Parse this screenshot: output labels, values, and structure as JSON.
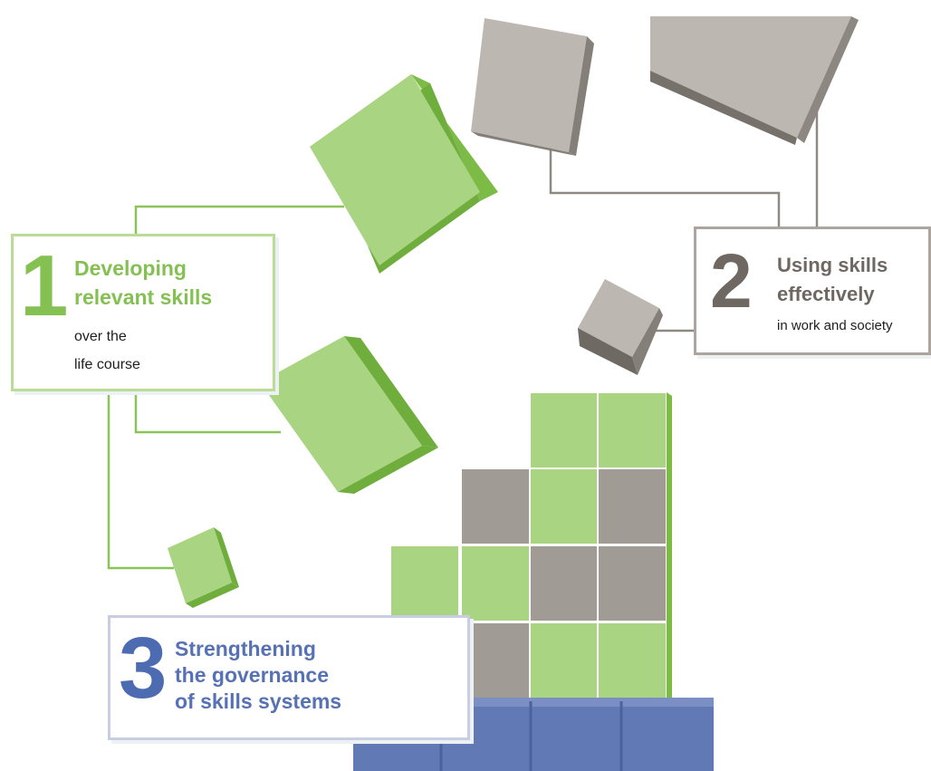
{
  "pillars": [
    {
      "number": "1",
      "heading_line1": "Developing",
      "heading_line2": "relevant skills",
      "sub_line1": "over the",
      "sub_line2": "life course"
    },
    {
      "number": "2",
      "heading_line1": "Using skills",
      "heading_line2": "effectively",
      "sub_line1": "in work and society"
    },
    {
      "number": "3",
      "heading_line1": "Strengthening",
      "heading_line2": "the governance",
      "heading_line3": "of skills systems"
    }
  ],
  "colors": {
    "green": "#a9d482",
    "green_side": "#7cbc46",
    "grey": "#a19b96",
    "grey_light": "#c9c4c0",
    "blue": "#6179b4",
    "text_green": "#84c052",
    "text_grey": "#6f6862",
    "text_blue": "#5772b4"
  }
}
